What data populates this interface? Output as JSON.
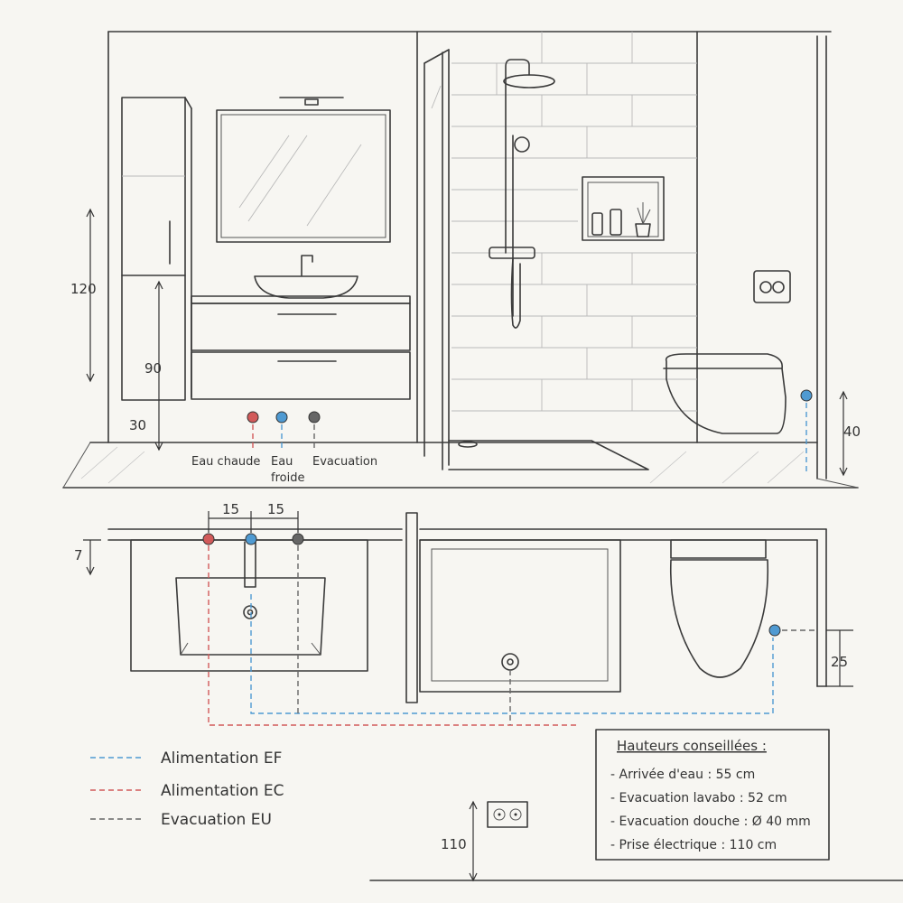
{
  "elevation": {
    "dimensions": {
      "cabinet_height": "120",
      "vanity_height": "90",
      "vanity_clearance": "30",
      "wc_supply_height": "40"
    },
    "pipe_labels": {
      "hot": "Eau chaude",
      "cold_1": "Eau",
      "cold_2": "froide",
      "drain": "Evacuation"
    }
  },
  "plan": {
    "dimensions": {
      "spacing_1": "15",
      "spacing_2": "15",
      "wall_offset": "7",
      "wc_supply_offset": "25"
    }
  },
  "legend": {
    "items": [
      {
        "label": "Alimentation EF",
        "color": "#4f9ad2"
      },
      {
        "label": "Alimentation EC",
        "color": "#d25a5a"
      },
      {
        "label": "Evacuation EU",
        "color": "#555555"
      }
    ]
  },
  "recommended_heights": {
    "title": "Hauteurs conseillées :",
    "items": [
      "- Arrivée d'eau  :  55 cm",
      "- Evacuation lavabo : 52 cm",
      "- Evacuation douche : Ø 40 mm",
      "- Prise électrique : 110 cm"
    ]
  },
  "outlet": {
    "height": "110"
  }
}
